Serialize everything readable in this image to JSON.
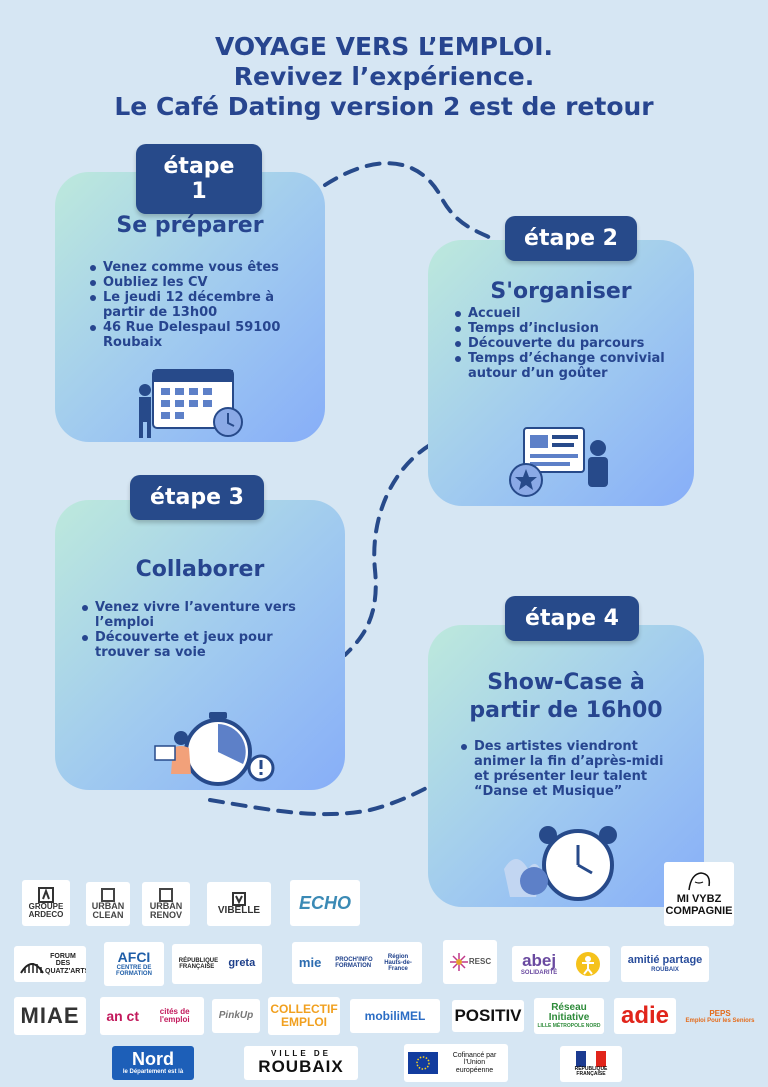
{
  "title": {
    "line1": "VOYAGE VERS L’EMPLOI.",
    "line2": "Revivez l’expérience.",
    "line3": "Le Café Dating version 2 est de retour"
  },
  "steps": [
    {
      "badge": "étape 1",
      "title": "Se préparer",
      "bullets": [
        "Venez comme vous êtes",
        "Oubliez les CV",
        "Le jeudi 12 décembre à partir de 13h00",
        "46 Rue Delespaul 59100 Roubaix"
      ]
    },
    {
      "badge": "étape 2",
      "title": "S'organiser",
      "bullets": [
        "Accueil",
        "Temps d’inclusion",
        "Découverte du parcours",
        "Temps d’échange convivial autour d’un goûter"
      ]
    },
    {
      "badge": "étape 3",
      "title": "Collaborer",
      "bullets": [
        "Venez vivre l’aventure vers l’emploi",
        "Découverte et jeux pour trouver sa voie"
      ]
    },
    {
      "badge": "étape 4",
      "title_line1": "Show-Case à",
      "title_line2": "partir de 16h00",
      "bullets": [
        "Des artistes viendront animer la fin d’après-midi et présenter leur talent “Danse et Musique”"
      ]
    }
  ],
  "logos": {
    "ardeco": "GROUPE ARDECO",
    "urban_clean": "URBAN CLEAN",
    "urban_renov": "URBAN RENOV",
    "vibelle": "VIBELLE",
    "echo": "ECHO",
    "mivybz": "MI VYBZ COMPAGNIE",
    "forum": "FORUM DES QUATZ'ARTS",
    "afci": "AFCI",
    "afci_sub": "CENTRE DE FORMATION",
    "republique": "RÉPUBLIQUE FRANÇAISE",
    "greta": "greta",
    "mie": "mie",
    "proch_info": "PROCH'INFO FORMATION",
    "region": "Région Hauts-de-France",
    "resc": "RESC",
    "abej": "abej",
    "abej_sub": "SOLIDARITÉ",
    "amitie": "amitié partage",
    "amitie_sub": "ROUBAIX",
    "miae": "MIAE",
    "anct": "an ct",
    "anct_sub": "cités de l'emploi",
    "pinkup": "PinkUp",
    "collectif": "COLLECTIF EMPLOI",
    "mobilimel": "mobiliMEL",
    "positiv": "POSITIV",
    "reseau": "Réseau Initiative",
    "reseau_sub": "LILLE MÉTROPOLE NORD",
    "adie": "adie",
    "peps": "PEPS",
    "peps_sub": "Emploi Pour les Seniors",
    "nord": "Nord",
    "nord_sub": "le Département est là",
    "ville_de": "VILLE DE",
    "roubaix": "ROUBAIX",
    "eu": "Cofinancé par l'Union européenne",
    "rf": "RÉPUBLIQUE FRANÇAISE"
  },
  "colors": {
    "navy": "#274a8a",
    "background": "#d6e6f3",
    "card_green": "#bde9dc",
    "card_blue": "#87aef8"
  }
}
